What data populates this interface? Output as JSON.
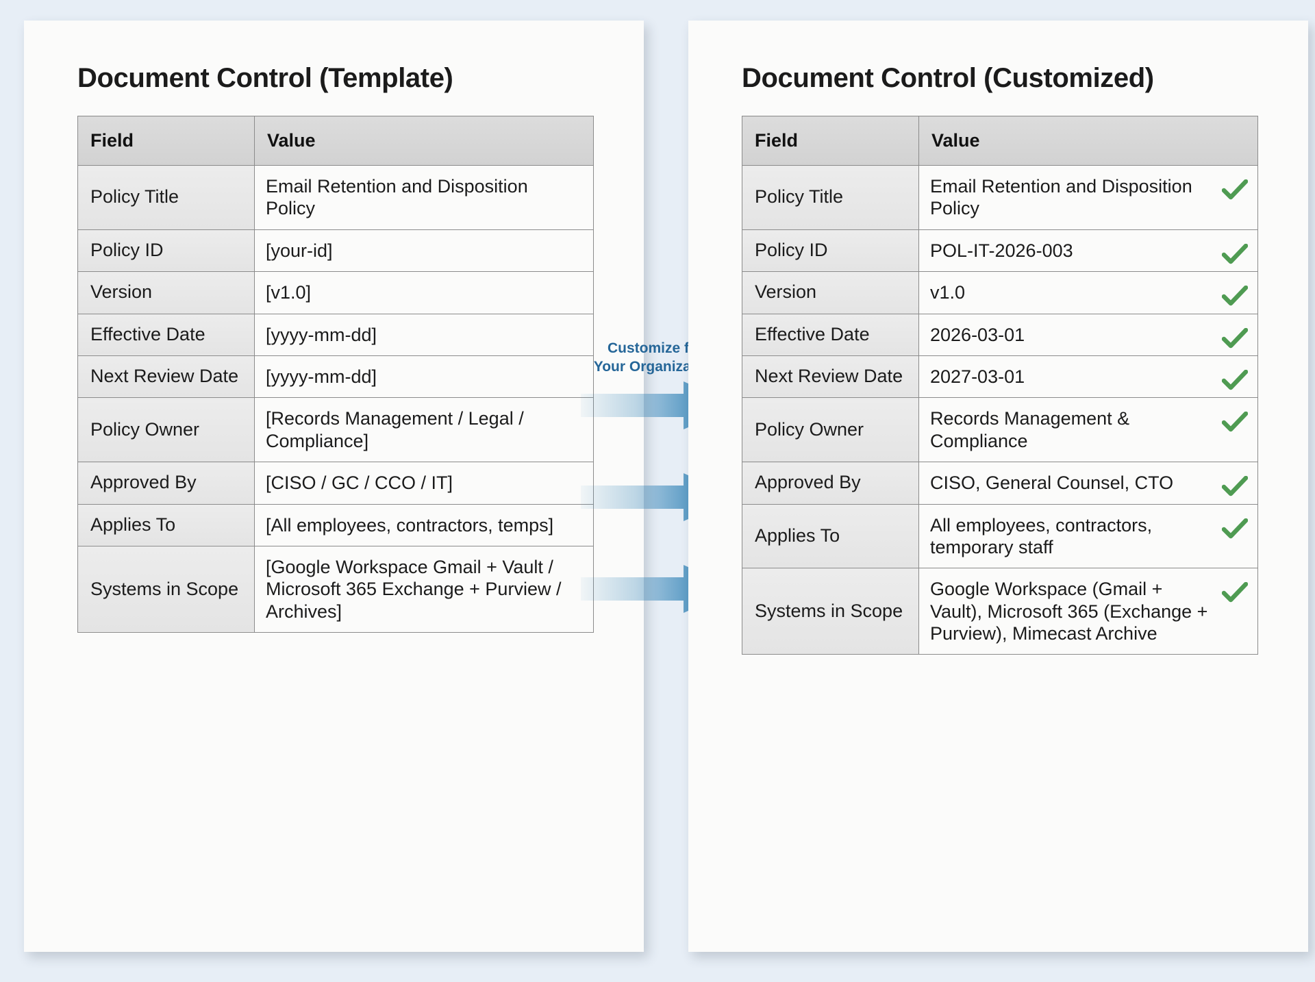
{
  "page": {
    "background_color": "#e7eef6",
    "placeholder_color": "#b4712a",
    "check_color": "#4f9b52",
    "accent_blue": "#2b7fb4",
    "label_blue": "#256698"
  },
  "left_panel": {
    "title": "Document Control (Template)",
    "table": {
      "headers": [
        "Field",
        "Value"
      ],
      "rows": [
        {
          "field": "Policy Title",
          "value": "Email Retention and Disposition Policy",
          "placeholder": false
        },
        {
          "field": "Policy ID",
          "value": "[your-id]",
          "placeholder": true
        },
        {
          "field": "Version",
          "value": "[v1.0]",
          "placeholder": true
        },
        {
          "field": "Effective Date",
          "value": "[yyyy-mm-dd]",
          "placeholder": true
        },
        {
          "field": "Next Review Date",
          "value": "[yyyy-mm-dd]",
          "placeholder": true
        },
        {
          "field": "Policy Owner",
          "value": "[Records Management / Legal / Compliance]",
          "placeholder": true
        },
        {
          "field": "Approved By",
          "value": "[CISO / GC / CCO / IT]",
          "placeholder": true
        },
        {
          "field": "Applies To",
          "value": "[All employees, contractors, temps]",
          "placeholder": true
        },
        {
          "field": "Systems in Scope",
          "value": "[Google Workspace Gmail + Vault / Microsoft 365 Exchange + Purview / Archives]",
          "placeholder": true
        }
      ]
    }
  },
  "middle": {
    "label_line1": "Customize for",
    "label_line2": "Your Organization",
    "arrow_count": 3,
    "arrow_icon": "right-arrow-icon"
  },
  "right_panel": {
    "title": "Document Control (Customized)",
    "table": {
      "headers": [
        "Field",
        "Value"
      ],
      "rows": [
        {
          "field": "Policy Title",
          "value": "Email Retention and Disposition Policy",
          "check": true
        },
        {
          "field": "Policy ID",
          "value": "POL-IT-2026-003",
          "check": true
        },
        {
          "field": "Version",
          "value": "v1.0",
          "check": true
        },
        {
          "field": "Effective Date",
          "value": "2026-03-01",
          "check": true
        },
        {
          "field": "Next Review Date",
          "value": "2027-03-01",
          "check": true
        },
        {
          "field": "Policy Owner",
          "value": "Records Management & Compliance",
          "check": true
        },
        {
          "field": "Approved By",
          "value": "CISO, General Counsel, CTO",
          "check": true
        },
        {
          "field": "Applies To",
          "value": "All employees, contractors, temporary staff",
          "check": true
        },
        {
          "field": "Systems in Scope",
          "value": "Google Workspace (Gmail + Vault), Microsoft 365 (Exchange + Purview), Mimecast Archive",
          "check": true
        }
      ]
    }
  }
}
